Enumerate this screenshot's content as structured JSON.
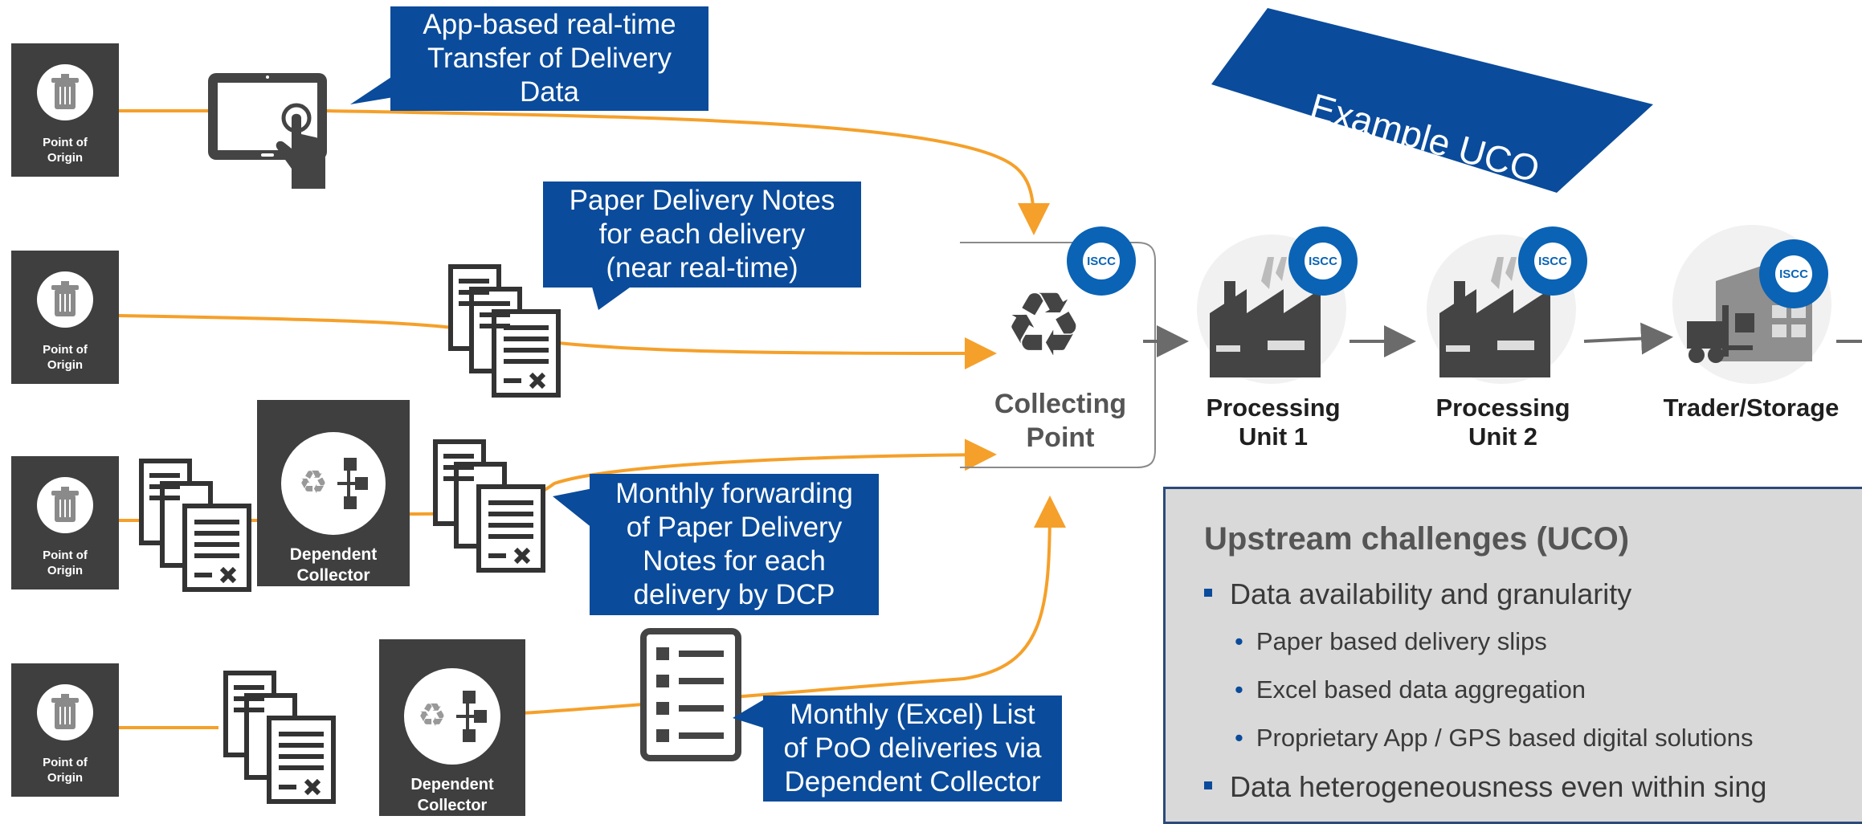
{
  "point_of_origin": {
    "label_line1": "Point of",
    "label_line2": "Origin"
  },
  "dependent_collector": {
    "label_line1": "Dependent",
    "label_line2": "Collector"
  },
  "callouts": {
    "app": [
      "App-based real-time",
      "Transfer of Delivery",
      "Data"
    ],
    "paper": [
      "Paper Delivery Notes",
      "for each delivery",
      "(near real-time)"
    ],
    "monthly_forward": [
      "Monthly forwarding",
      "of Paper Delivery",
      "Notes for each",
      "delivery by DCP"
    ],
    "monthly_excel": [
      "Monthly (Excel) List",
      "of PoO deliveries via",
      "Dependent Collector"
    ]
  },
  "example_banner": "Example UCO",
  "collecting_point": {
    "line1": "Collecting",
    "line2": "Point"
  },
  "processing_unit_1": {
    "line1": "Processing",
    "line2": "Unit 1"
  },
  "processing_unit_2": {
    "line1": "Processing",
    "line2": "Unit 2"
  },
  "trader_storage": "Trader/Storage",
  "iscc_badge": "ISCC",
  "challenges": {
    "title": "Upstream challenges (UCO)",
    "bullet1": "Data availability and granularity",
    "sub1": "Paper based delivery slips",
    "sub2": "Excel based data aggregation",
    "sub3": "Proprietary App / GPS based digital solutions",
    "bullet2": "Data heterogeneousness even within sing"
  },
  "colors": {
    "flow_line": "#f5a02a",
    "callout_bg": "#0a4b9b",
    "dark_box": "#3f3f3f",
    "iscc_blue": "#0a63b5"
  },
  "icons": [
    "trash-bin-icon",
    "tablet-tap-icon",
    "paper-documents-icon",
    "recycle-icon",
    "network-recycle-icon",
    "checklist-icon",
    "factory-icon",
    "warehouse-forklift-icon",
    "iscc-certification-badge"
  ]
}
